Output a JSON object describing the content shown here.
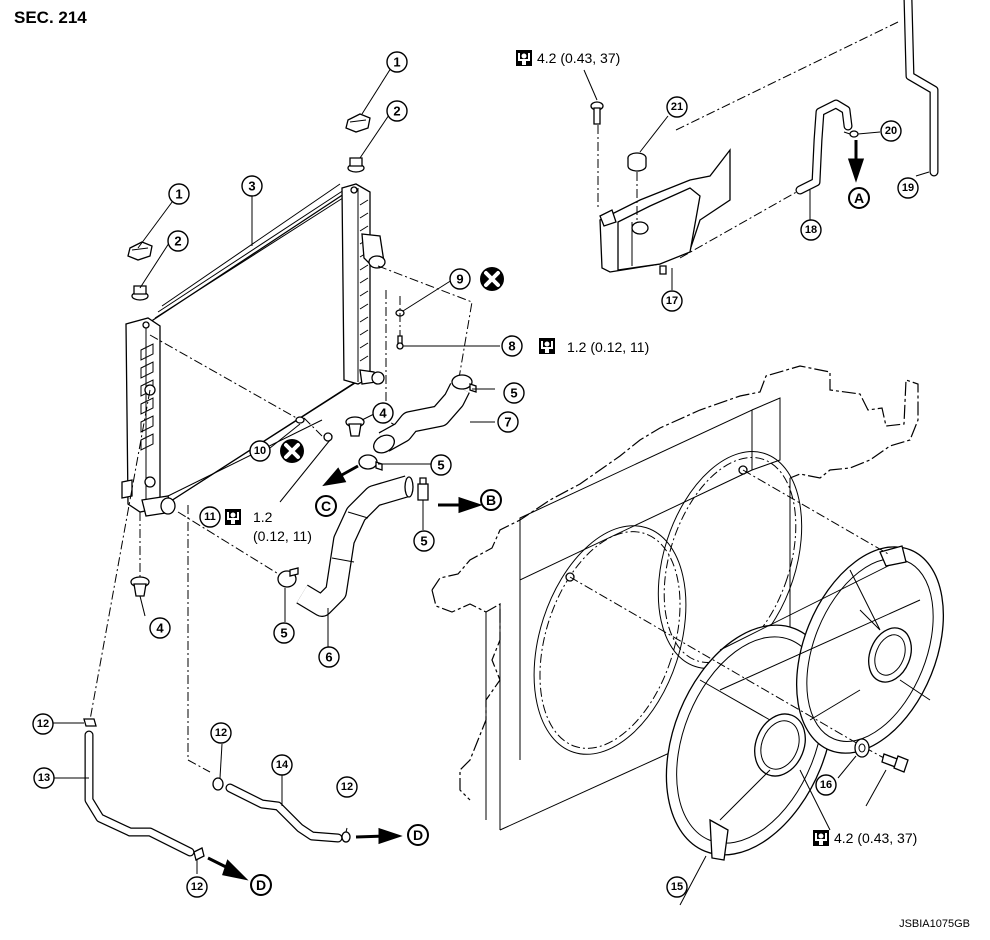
{
  "header": {
    "section": "SEC. 214"
  },
  "footer": {
    "reference_code": "JSBIA1075GB"
  },
  "legend_symbols": {
    "torque_icon": "tightening-torque-icon",
    "replace_icon": "do-not-reuse-icon"
  },
  "callouts": [
    {
      "id": "1a",
      "number": "1",
      "part": "mounting-bracket-upper"
    },
    {
      "id": "1b",
      "number": "1",
      "part": "mounting-bracket-upper"
    },
    {
      "id": "2a",
      "number": "2",
      "part": "mounting-rubber-upper"
    },
    {
      "id": "2b",
      "number": "2",
      "part": "mounting-rubber-upper"
    },
    {
      "id": "3",
      "number": "3",
      "part": "radiator"
    },
    {
      "id": "4a",
      "number": "4",
      "part": "mounting-rubber-lower"
    },
    {
      "id": "4b",
      "number": "4",
      "part": "mounting-rubber-lower"
    },
    {
      "id": "5a",
      "number": "5",
      "part": "clamp"
    },
    {
      "id": "5b",
      "number": "5",
      "part": "clamp"
    },
    {
      "id": "5c",
      "number": "5",
      "part": "clamp"
    },
    {
      "id": "5d",
      "number": "5",
      "part": "clamp"
    },
    {
      "id": "6",
      "number": "6",
      "part": "radiator-hose-lower"
    },
    {
      "id": "7",
      "number": "7",
      "part": "radiator-hose-upper"
    },
    {
      "id": "8",
      "number": "8",
      "part": "drain-plug-bolt"
    },
    {
      "id": "9",
      "number": "9",
      "part": "o-ring"
    },
    {
      "id": "10",
      "number": "10",
      "part": "o-ring"
    },
    {
      "id": "11",
      "number": "11",
      "part": "drain-plug"
    },
    {
      "id": "12a",
      "number": "12",
      "part": "clamp"
    },
    {
      "id": "12b",
      "number": "12",
      "part": "clamp"
    },
    {
      "id": "12c",
      "number": "12",
      "part": "clamp"
    },
    {
      "id": "12d",
      "number": "12",
      "part": "clamp"
    },
    {
      "id": "13",
      "number": "13",
      "part": "cooler-hose"
    },
    {
      "id": "14",
      "number": "14",
      "part": "cooler-hose"
    },
    {
      "id": "15",
      "number": "15",
      "part": "cooling-fan-assembly"
    },
    {
      "id": "16",
      "number": "16",
      "part": "fan-mounting-rubber"
    },
    {
      "id": "17",
      "number": "17",
      "part": "reservoir-tank"
    },
    {
      "id": "18",
      "number": "18",
      "part": "reservoir-tank-hose"
    },
    {
      "id": "19",
      "number": "19",
      "part": "overflow-hose"
    },
    {
      "id": "20",
      "number": "20",
      "part": "clip"
    },
    {
      "id": "21",
      "number": "21",
      "part": "reservoir-tank-cap"
    }
  ],
  "connection_letters": [
    {
      "id": "A",
      "label": "A"
    },
    {
      "id": "B",
      "label": "B"
    },
    {
      "id": "C",
      "label": "C"
    },
    {
      "id": "D1",
      "label": "D"
    },
    {
      "id": "D2",
      "label": "D"
    }
  ],
  "torque_specs": [
    {
      "id": "reservoir-bolt",
      "value": "4.2 (0.43, 37)"
    },
    {
      "id": "drain-plug-bolt",
      "value": "1.2 (0.12, 11)"
    },
    {
      "id": "drain-plug-line1",
      "value": "1.2"
    },
    {
      "id": "drain-plug-line2",
      "value": "(0.12, 11)"
    },
    {
      "id": "fan-bolt",
      "value": "4.2 (0.43, 37)"
    }
  ]
}
